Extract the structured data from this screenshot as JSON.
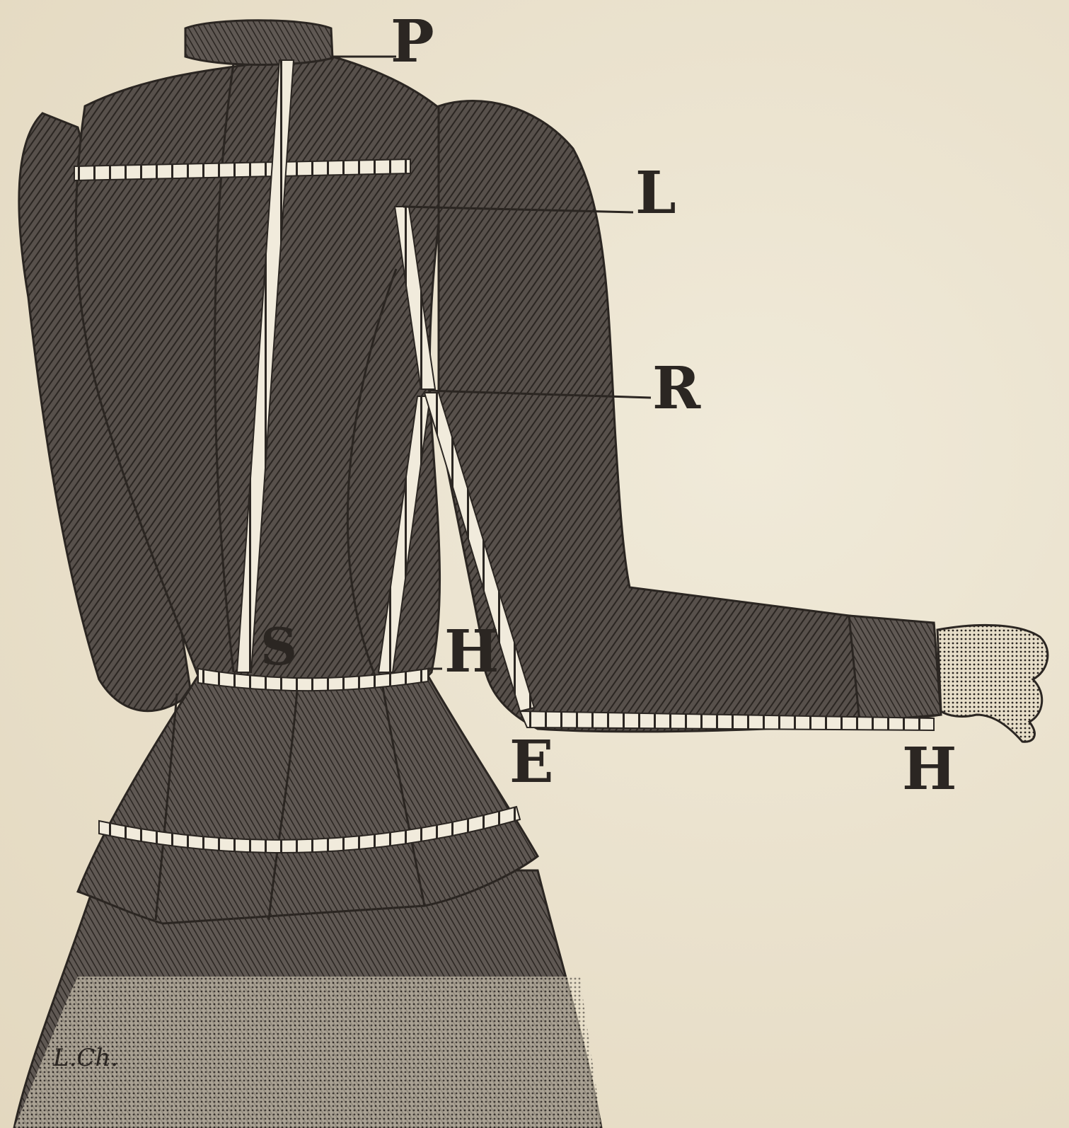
{
  "illustration": {
    "subject": "dress bodice back view with measuring tape lines",
    "colors": {
      "paper": "#ebe3cf",
      "ink": "#2b2622",
      "fabric": "#4a4440",
      "tape": "#f1ebdc"
    }
  },
  "labels": {
    "p": "P",
    "l": "L",
    "r": "R",
    "s": "S",
    "h_waist": "H",
    "e": "E",
    "h_wrist": "H"
  },
  "signature": "L.Ch."
}
